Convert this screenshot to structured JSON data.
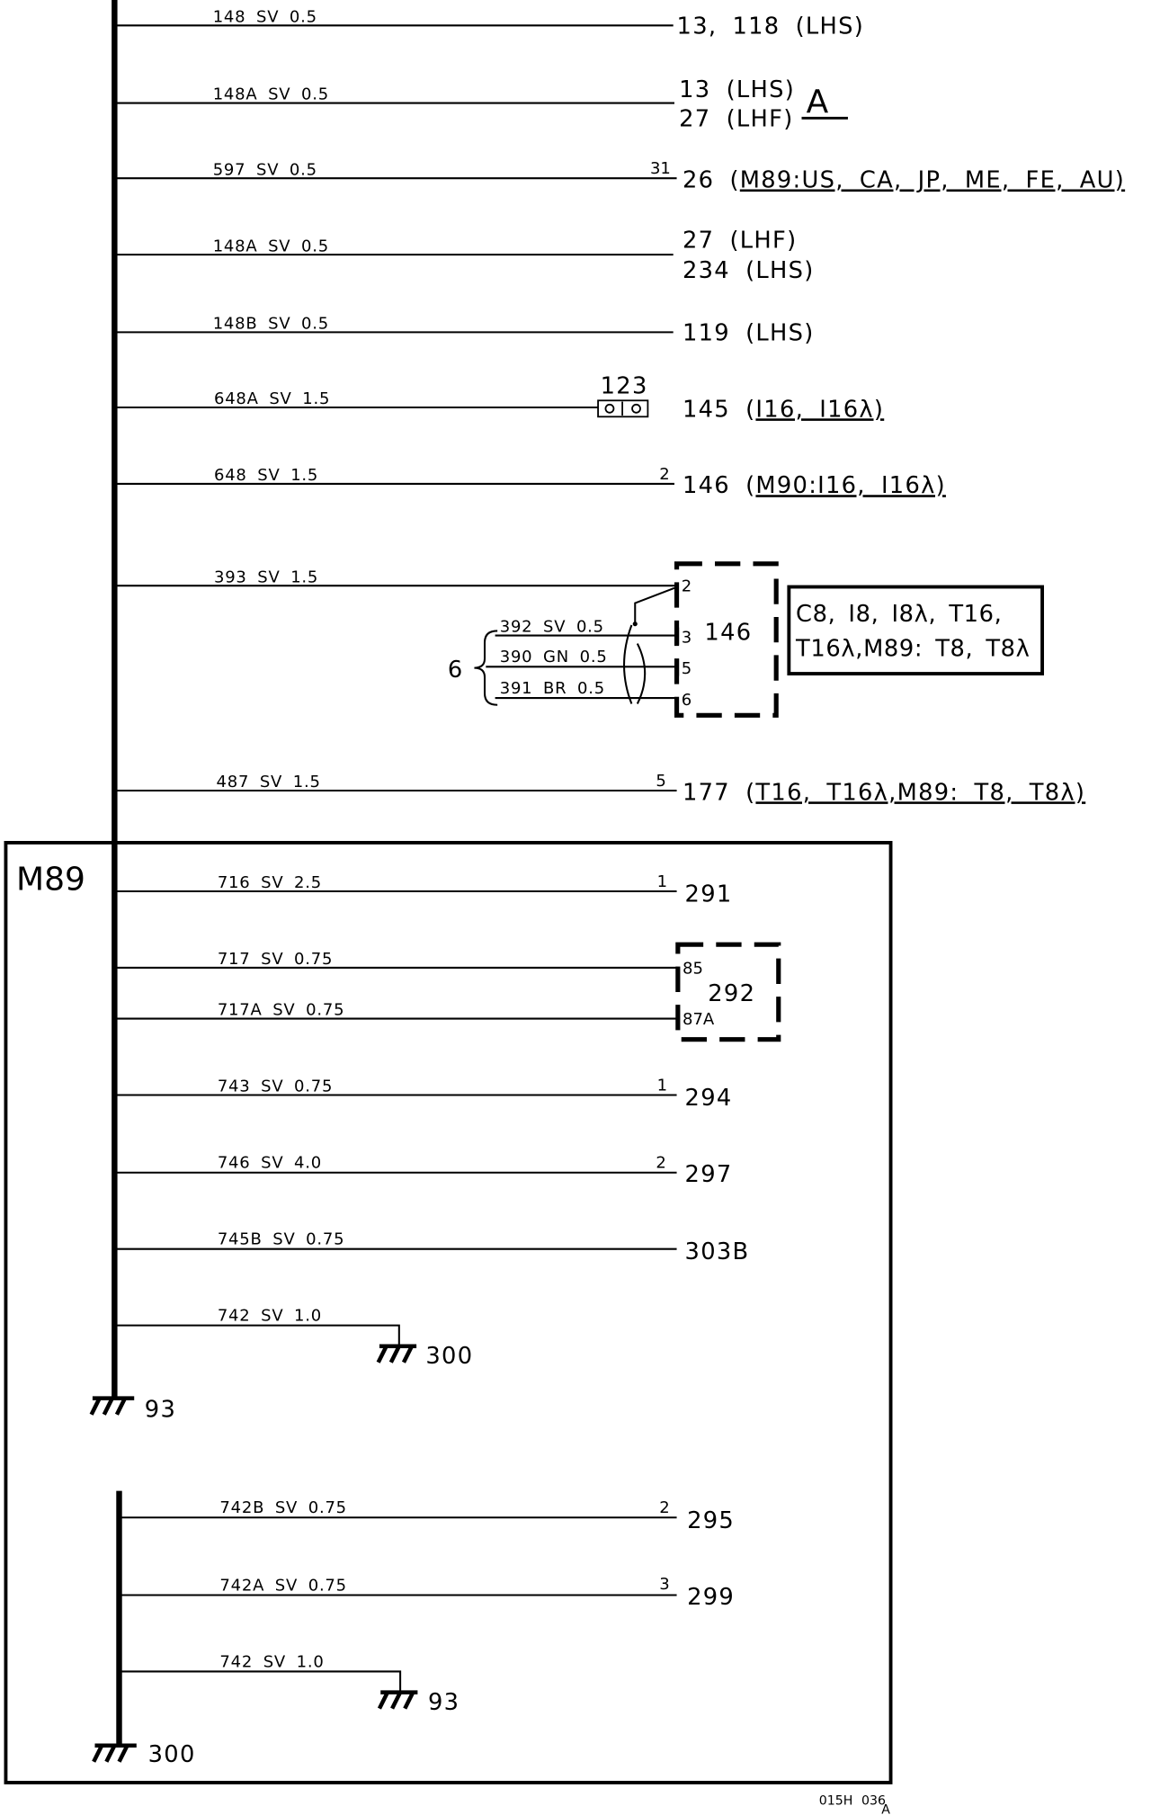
{
  "wires": [
    {
      "label": "148 SV 0.5",
      "dest": [
        "13, 118 (LHS)"
      ]
    },
    {
      "label": "148A SV 0.5",
      "dest": [
        "13 (LHS)",
        "27 (LHF)"
      ],
      "mark": "A"
    },
    {
      "label": "597 SV 0.5",
      "pin": "31",
      "dest_ref": "26 (",
      "dest_note": "M89:US, CA, JP, ME, FE, AU)"
    },
    {
      "label": "148A SV 0.5",
      "dest": [
        "27 (LHF)",
        "234 (LHS)"
      ]
    },
    {
      "label": "148B SV 0.5",
      "dest": [
        "119 (LHS)"
      ]
    },
    {
      "label": "648A SV 1.5",
      "connector": "123",
      "dest_ref": "145 (",
      "dest_note": "I16, I16λ)"
    },
    {
      "label": "648 SV 1.5",
      "pin": "2",
      "dest_ref": "146 (",
      "dest_note": "M90:I16, I16λ)"
    },
    {
      "label": "393 SV 1.5"
    },
    {
      "label": "487 SV 1.5",
      "pin": "5",
      "dest_ref": "177 (",
      "dest_note": "T16, T16λ,M89: T8, T8λ)"
    }
  ],
  "component_146": {
    "label": "146",
    "pins": [
      "2",
      "3",
      "5",
      "6"
    ],
    "twisted_group": {
      "label": "6",
      "wires": [
        "392 SV 0.5",
        "390 GN 0.5",
        "391 BR 0.5"
      ]
    },
    "variants": [
      "C8, I8, I8λ, T16,",
      "T16λ,M89: T8, T8λ"
    ]
  },
  "m89": {
    "title": "M89",
    "wires": [
      {
        "label": "716 SV 2.5",
        "pin": "1",
        "dest": "291"
      },
      {
        "label": "717 SV 0.75"
      },
      {
        "label": "717A SV 0.75"
      },
      {
        "label": "743 SV 0.75",
        "pin": "1",
        "dest": "294"
      },
      {
        "label": "746 SV 4.0",
        "pin": "2",
        "dest": "297"
      },
      {
        "label": "745B SV 0.75",
        "dest": "303B"
      },
      {
        "label": "742 SV 1.0",
        "ground": "300"
      }
    ],
    "component_292": {
      "label": "292",
      "pins": [
        "85",
        "87A"
      ]
    },
    "bus_ground": "93",
    "bus2_wires": [
      {
        "label": "742B SV 0.75",
        "pin": "2",
        "dest": "295"
      },
      {
        "label": "742A SV 0.75",
        "pin": "3",
        "dest": "299"
      },
      {
        "label": "742 SV 1.0",
        "ground": "93"
      }
    ],
    "bus2_ground": "300"
  },
  "footer": {
    "drawing_no": "015H 036",
    "revision": "A"
  }
}
